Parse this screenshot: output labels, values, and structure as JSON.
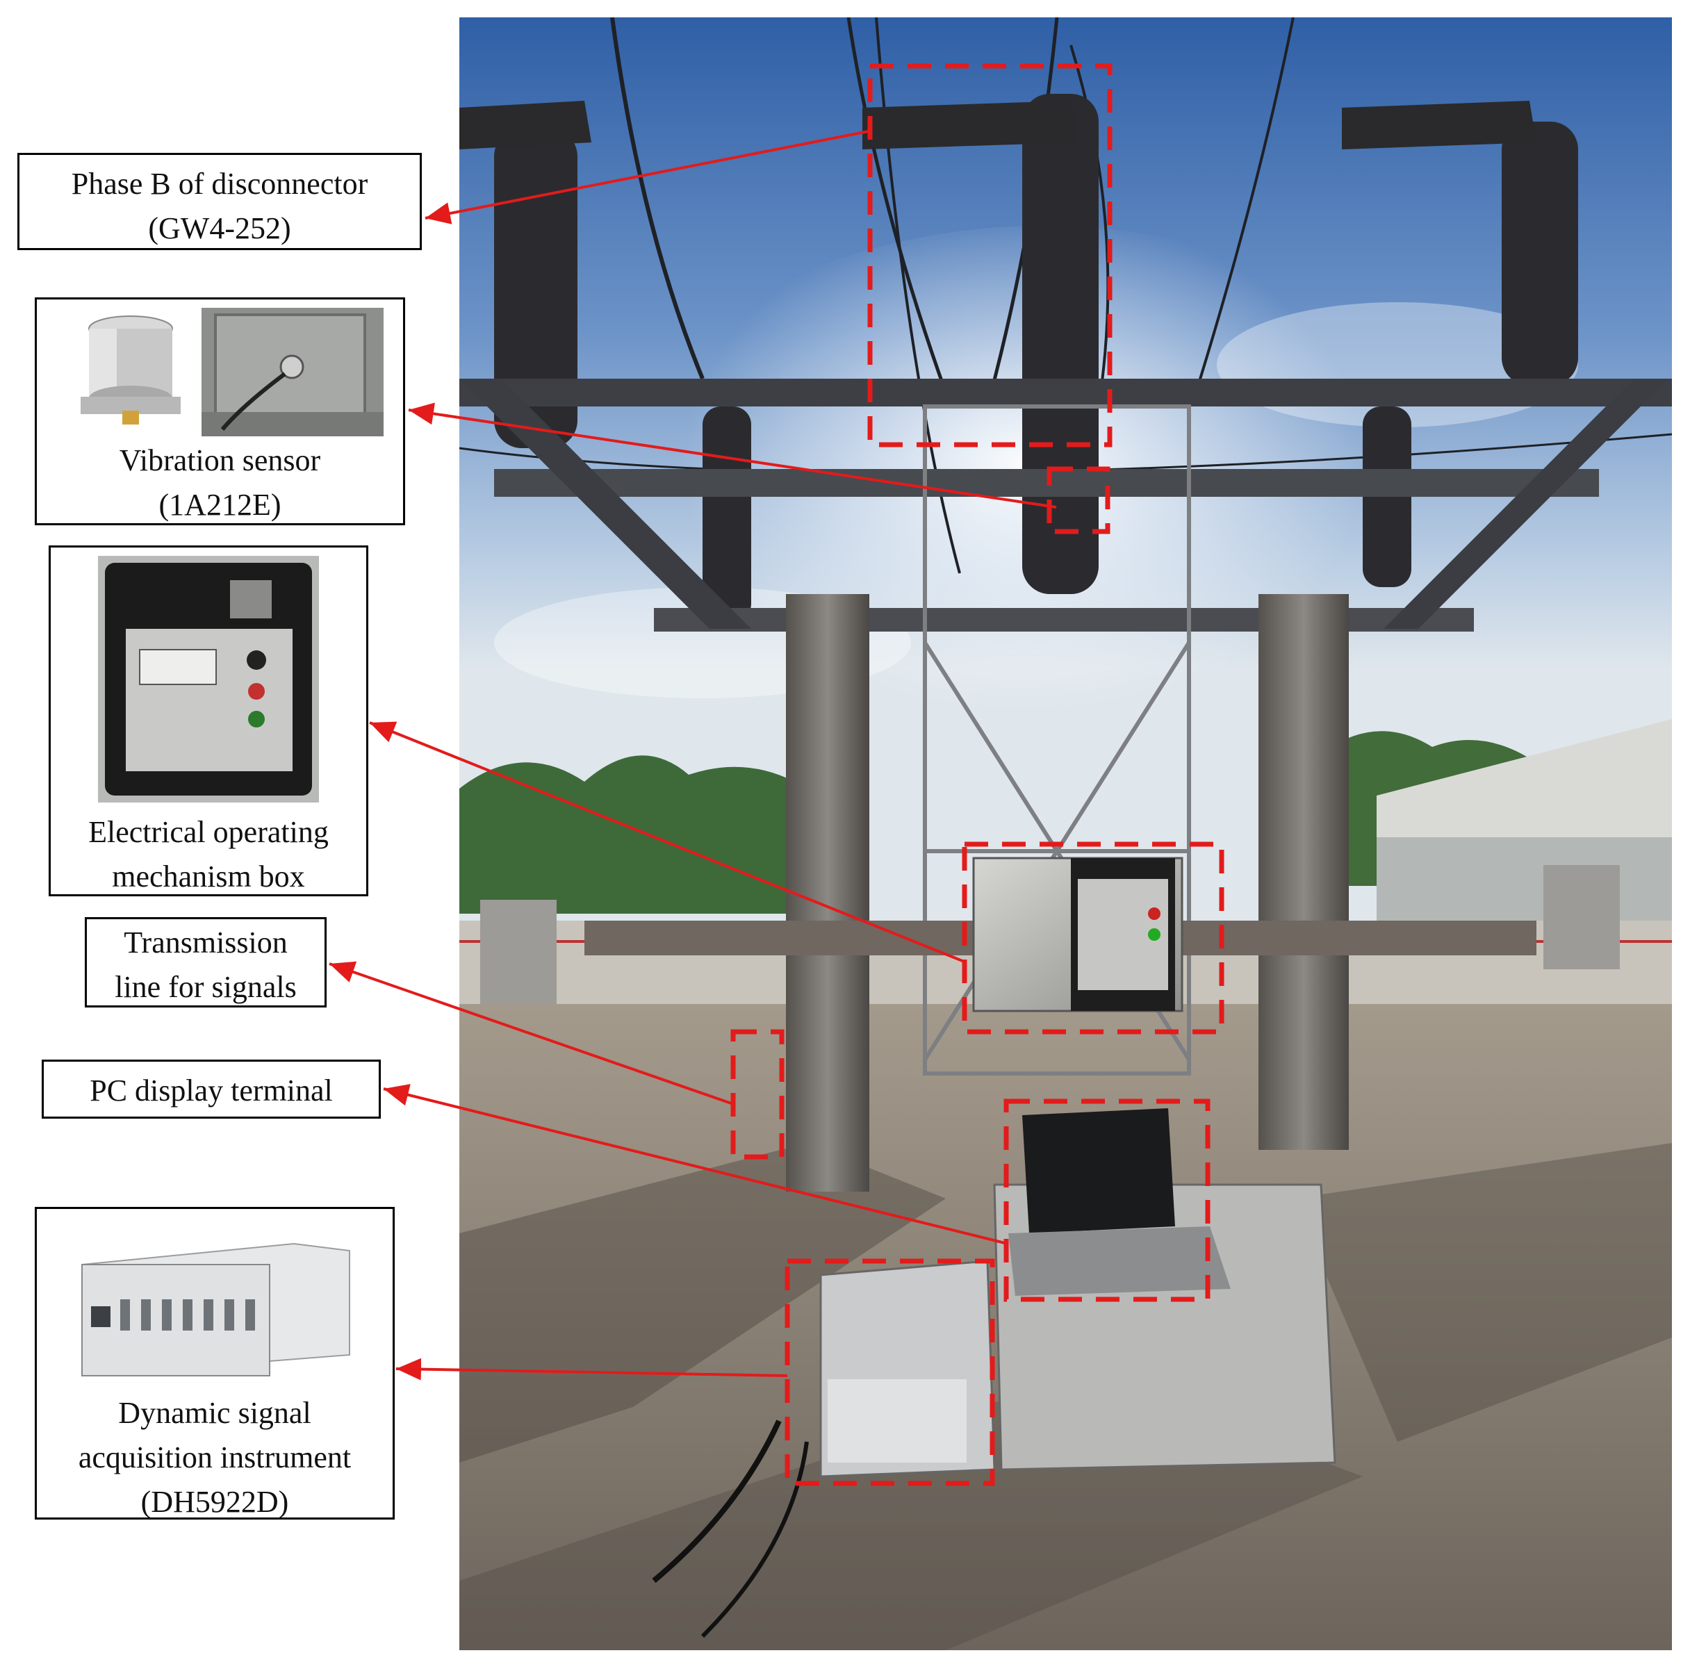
{
  "callouts": {
    "disconnector": {
      "line1": "Phase B of disconnector",
      "line2": "(GW4-252)"
    },
    "sensor": {
      "line1": "Vibration sensor",
      "line2": "(1A212E)"
    },
    "mechanism": {
      "line1": "Electrical operating",
      "line2": "mechanism box"
    },
    "transmission": {
      "line1": "Transmission",
      "line2": "line for signals"
    },
    "pc": {
      "line1": "PC display terminal"
    },
    "daq": {
      "line1": "Dynamic signal",
      "line2": "acquisition instrument",
      "line3": "(DH5922D)"
    }
  },
  "colors": {
    "annotation": "#e31b1b",
    "border": "#000000"
  }
}
